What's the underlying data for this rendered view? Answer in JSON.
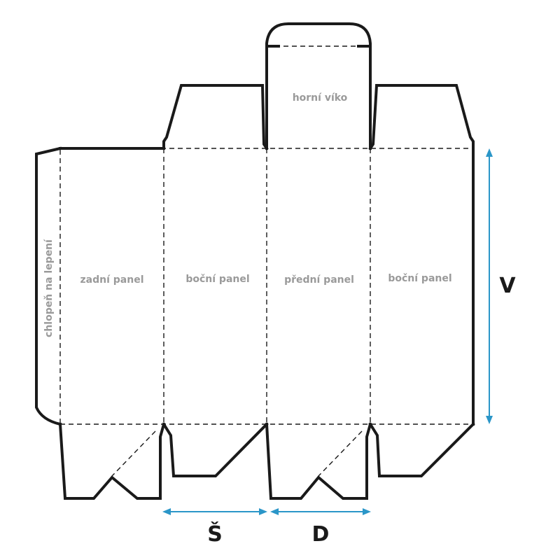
{
  "panels": {
    "glue_flap": "chlopeň na lepení",
    "back": "zadní panel",
    "side_left": "boční panel",
    "front": "přední panel",
    "side_right": "boční panel",
    "top_lid": "horní víko"
  },
  "dimensions": {
    "width": "Š",
    "depth": "D",
    "height": "V"
  },
  "colors": {
    "cut_line": "#1a1a1a",
    "fold_line": "#1a1a1a",
    "panel_label": "#9a9a9a",
    "dimension_arrow": "#2b96c8"
  }
}
